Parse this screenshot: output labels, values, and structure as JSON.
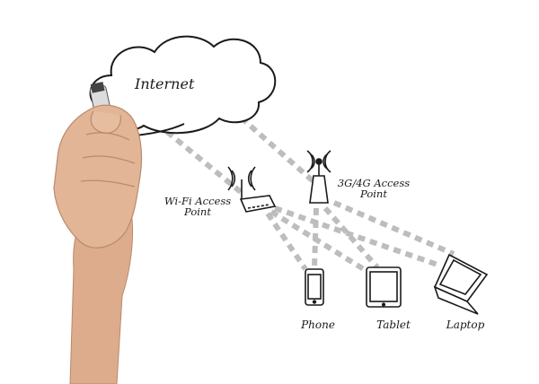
{
  "diagram": {
    "cloud_label": "Internet",
    "wifi_label": "Wi-Fi Access\nPoint",
    "cell_label": "3G/4G  Access\nPoint",
    "devices": {
      "phone": "Phone",
      "tablet": "Tablet",
      "laptop": "Laptop"
    }
  },
  "colors": {
    "ink": "#1a1a1a",
    "link_dashes": "#b9b9b9",
    "background": "#ffffff",
    "skin": "#e2b596"
  },
  "icons": [
    "cloud-icon",
    "wifi-router-icon",
    "cell-tower-icon",
    "phone-icon",
    "tablet-icon",
    "laptop-icon",
    "hand-with-marker"
  ]
}
